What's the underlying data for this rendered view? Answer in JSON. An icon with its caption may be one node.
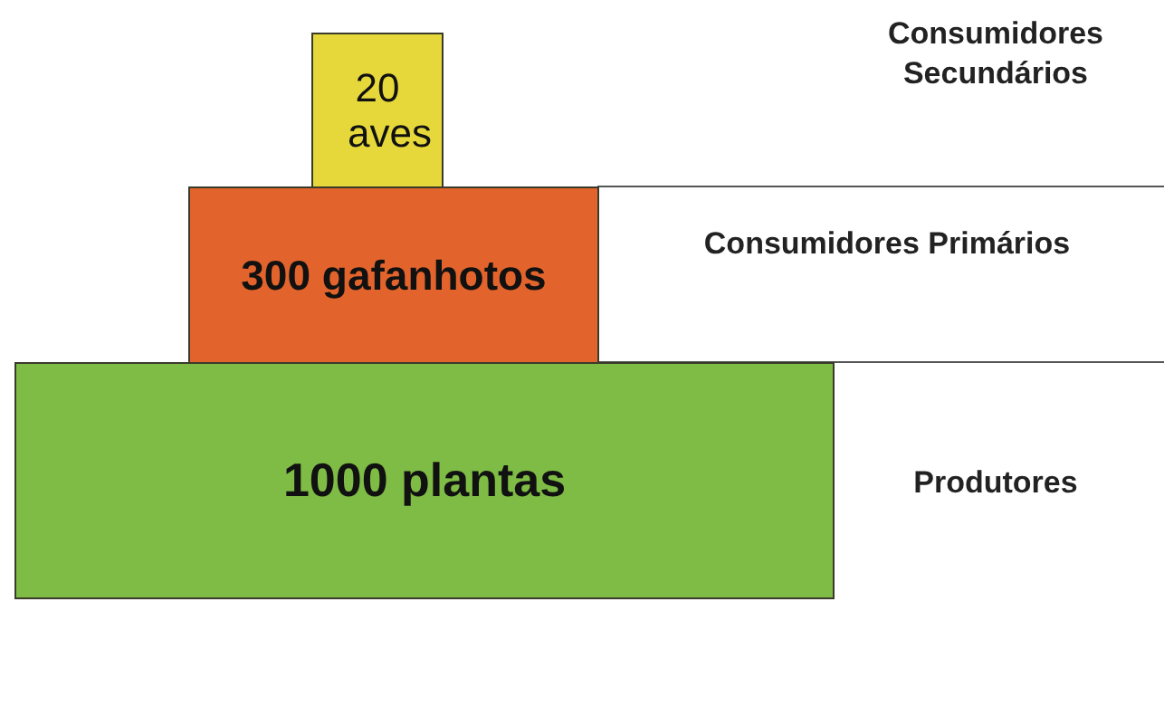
{
  "diagram": {
    "nodes": [
      {
        "text": [
          "20 aves"
        ]
      },
      {
        "text": [
          "300 gafanhotos"
        ],
        "beside": [
          "Consumidores Primários"
        ]
      },
      {
        "text": [
          "1000 plantas"
        ],
        "beside": [
          "Produtores"
        ]
      }
    ],
    "labels": [
      "Consumidores Secundários"
    ]
  }
}
